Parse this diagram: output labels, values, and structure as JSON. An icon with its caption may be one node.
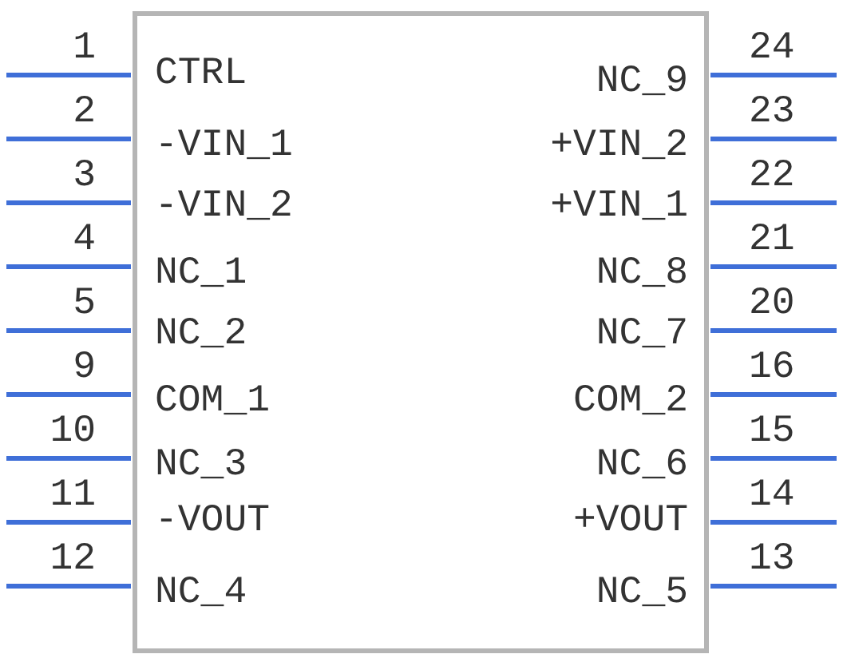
{
  "diagram": {
    "labels": [
      "1",
      "CTRL",
      "NC_9",
      "24",
      "2",
      "-VIN_1",
      "+VIN_2",
      "23",
      "3",
      "-VIN_2",
      "+VIN_1",
      "22",
      "4",
      "NC_1",
      "NC_8",
      "21",
      "5",
      "NC_2",
      "NC_7",
      "20",
      "9",
      "COM_1",
      "COM_2",
      "16",
      "10",
      "NC_3",
      "NC_6",
      "15",
      "11",
      "-VOUT",
      "+VOUT",
      "14",
      "12",
      "NC_4",
      "NC_5",
      "13"
    ]
  }
}
